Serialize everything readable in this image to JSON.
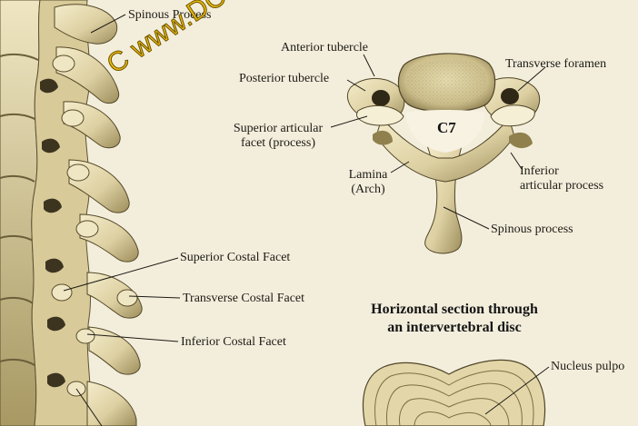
{
  "watermark": "C www.DCFirst.com",
  "vertebra_label": "C7",
  "labels": {
    "spinous_process_top": "Spinous Process",
    "anterior_tubercle": "Anterior tubercle",
    "transverse_foramen": "Transverse foramen",
    "posterior_tubercle": "Posterior tubercle",
    "superior_articular_l1": "Superior articular",
    "superior_articular_l2": "facet (process)",
    "lamina_l1": "Lamina",
    "lamina_l2": "(Arch)",
    "inferior_articular_l1": "Inferior",
    "inferior_articular_l2": "articular process",
    "spinous_process_c7": "Spinous process",
    "superior_costal_facet": "Superior Costal Facet",
    "transverse_costal_facet": "Transverse Costal Facet",
    "inferior_costal_facet": "Inferior Costal Facet",
    "nucleus_pulposus": "Nucleus pulpo"
  },
  "section_title": {
    "line1": "Horizontal section through",
    "line2": "an intervertebral disc"
  },
  "colors": {
    "background": "#f3eedc",
    "bone": "#e9dfb8",
    "bone_shade": "#b4a575",
    "bone_dark": "#6c5f3c",
    "watermark": "#e8b80e"
  }
}
